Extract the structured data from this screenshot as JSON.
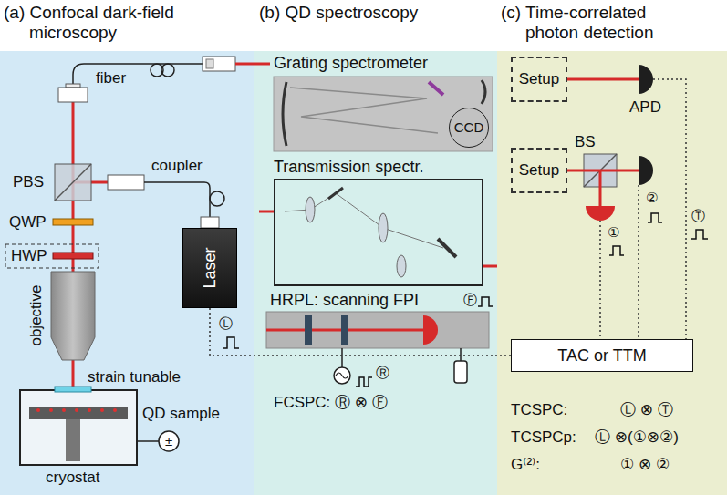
{
  "diagram": {
    "nodes": [
      {
        "text": [
          "(a) Confocal dark-field microscopy"
        ]
      },
      {
        "text": [
          "Laser"
        ],
        "in": 0
      },
      {
        "text": [
          "(b) QD spectroscopy"
        ]
      },
      {
        "text": [
          "Grating spectrometer"
        ],
        "in": 2
      },
      {
        "text": [
          "CCD"
        ],
        "in": 3
      },
      {
        "text": [
          "Transmission spectr."
        ],
        "in": 2
      },
      {
        "text": [
          "HRPL: scanning FPI"
        ],
        "in": 2
      },
      {
        "text": [
          "(c) Time-correlated photon detection"
        ]
      },
      {
        "text": [
          "Setup"
        ],
        "in": 7
      },
      {
        "text": [
          "Setup"
        ],
        "in": 7
      },
      {
        "text": [
          "TAC or TTM"
        ],
        "in": 7
      }
    ],
    "edges": [
      {
        "from": 1,
        "to": 10,
        "arrow": "none"
      }
    ],
    "labels": [
      "fiber",
      "coupler",
      "PBS",
      "QWP",
      "HWP",
      "objective",
      "strain tunable",
      "QD sample",
      "cryostat",
      "±",
      "Ⓛ",
      "Ⓕ",
      "Ⓡ",
      "FCSPC: Ⓡ ⊗ Ⓕ",
      "APD",
      "BS",
      "Ⓣ",
      "②",
      "①",
      "TCSPC:",
      "Ⓛ ⊗ Ⓣ",
      "TCSPCp:",
      "Ⓛ ⊗(①⊗②)",
      "G⁽²⁾:",
      "① ⊗ ②"
    ]
  }
}
